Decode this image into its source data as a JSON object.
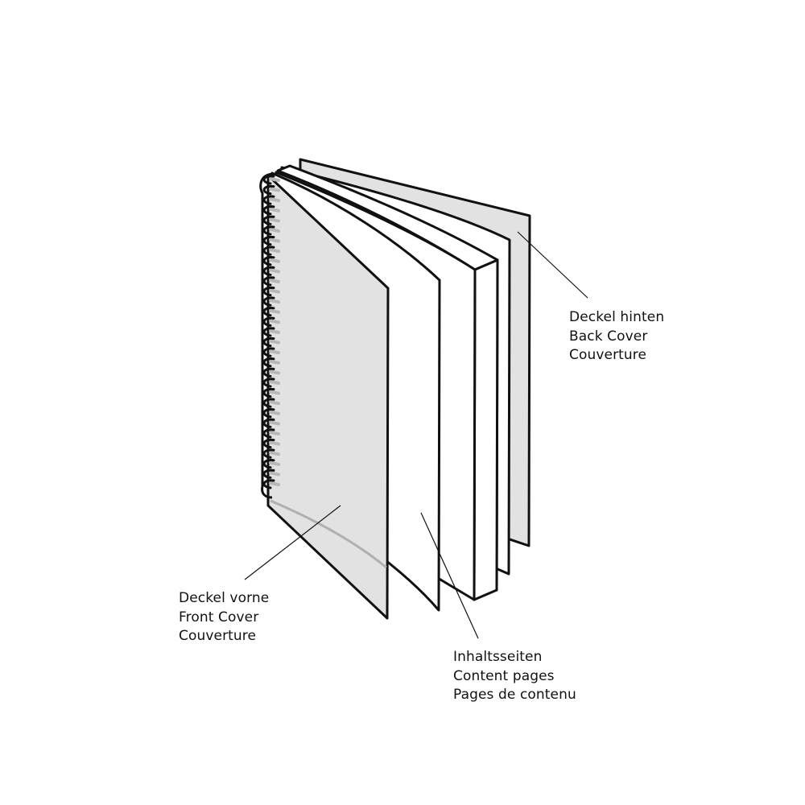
{
  "colors": {
    "cover_fill": "#e2e2e2",
    "page_fill": "#ffffff",
    "outline": "#111111",
    "spiral_behind": "#b8b8b8"
  },
  "labels": {
    "back_cover": {
      "de": "Deckel hinten",
      "en": "Back Cover",
      "fr": "Couverture"
    },
    "front_cover": {
      "de": "Deckel vorne",
      "en": "Front Cover",
      "fr": "Couverture"
    },
    "content_pages": {
      "de": "Inhaltsseiten",
      "en": "Content pages",
      "fr": "Pages de contenu"
    }
  }
}
